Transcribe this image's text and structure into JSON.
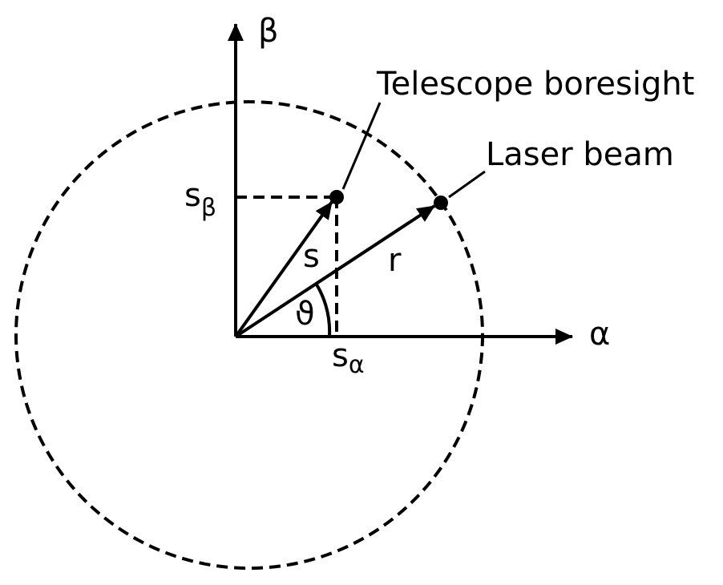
{
  "labels": {
    "beta_axis": "β",
    "alpha_axis": "α",
    "telescope": "Telescope boresight",
    "laser": "Laser beam",
    "s_beta_base": "s",
    "s_beta_sub": "β",
    "s_alpha_base": "s",
    "s_alpha_sub": "α",
    "s_vector": "s",
    "r_vector": "r",
    "theta": "ϑ"
  },
  "colors": {
    "stroke": "#000000",
    "background": "#ffffff"
  }
}
